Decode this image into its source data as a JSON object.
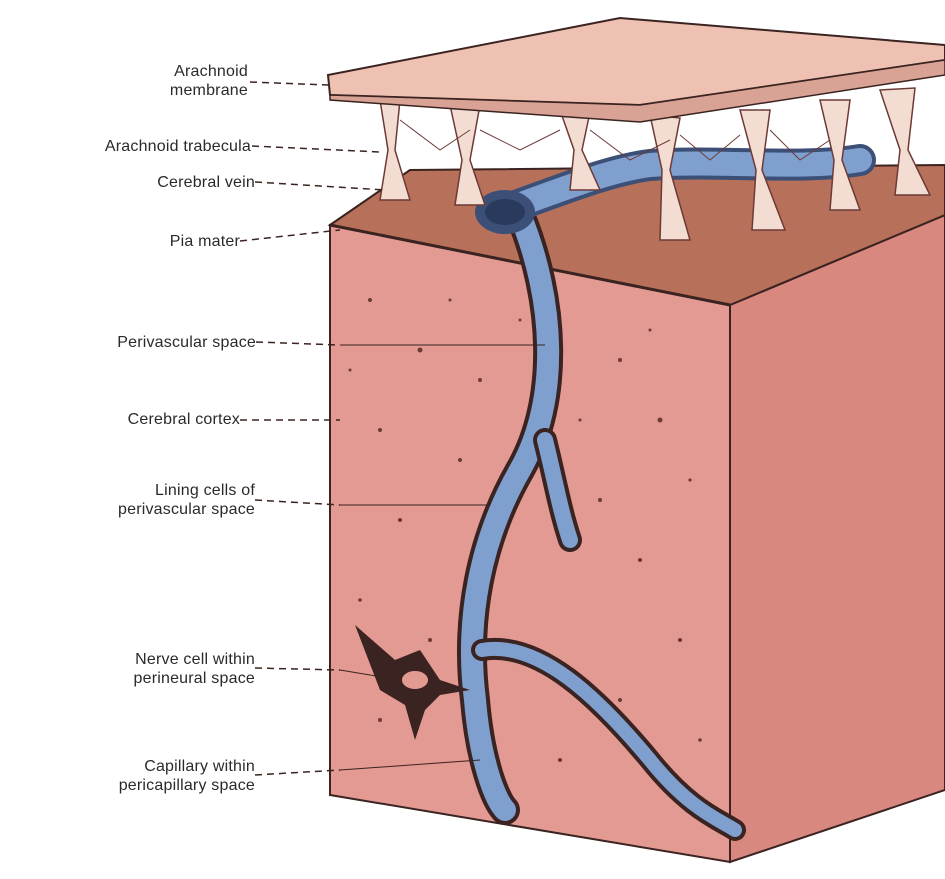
{
  "diagram": {
    "labels": {
      "arachnoid_membrane": {
        "line1": "Arachnoid",
        "line2": "membrane"
      },
      "arachnoid_trabecula": "Arachnoid trabecula",
      "cerebral_vein": "Cerebral vein",
      "pia_mater": "Pia mater",
      "perivascular_space": "Perivascular space",
      "cerebral_cortex": "Cerebral cortex",
      "lining_cells": {
        "line1": "Lining cells of",
        "line2": "perivascular space"
      },
      "nerve_cell": {
        "line1": "Nerve cell within",
        "line2": "perineural space"
      },
      "capillary": {
        "line1": "Capillary within",
        "line2": "pericapillary space"
      }
    },
    "colors": {
      "tissue_front": "#e39a92",
      "tissue_side": "#d98880",
      "pia_surface": "#b7705a",
      "membrane": "#efc1b3",
      "trabecula": "#f3ddd3",
      "vessel": "#7f9fcf",
      "vessel_dark": "#3b4f77",
      "outline": "#3a2320"
    }
  }
}
